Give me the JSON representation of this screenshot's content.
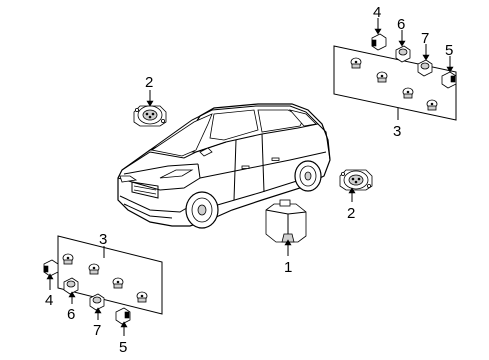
{
  "diagram": {
    "callouts": {
      "sensor_module": "1",
      "speaker_top": "2",
      "speaker_right": "2",
      "bracket_right": "3",
      "bracket_left": "3",
      "sensor_4_top": "4",
      "sensor_6_top": "6",
      "sensor_7_top": "7",
      "sensor_5_top": "5",
      "sensor_4_bottom": "4",
      "sensor_6_bottom": "6",
      "sensor_7_bottom": "7",
      "sensor_5_bottom": "5"
    }
  }
}
